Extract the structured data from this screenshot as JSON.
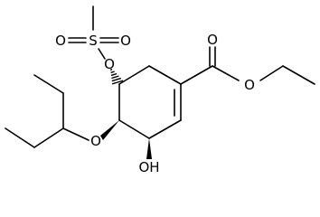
{
  "molecule": {
    "atom_labels": {
      "sulfur": "S",
      "sulfonyl_oxygen_left": "O",
      "sulfonyl_oxygen_right": "O",
      "ester_oxygen_mesylate": "O",
      "ether_oxygen": "O",
      "hydroxyl": "OH",
      "carbonyl_oxygen": "O",
      "ester_oxygen": "O"
    },
    "groups": [
      "mesylate",
      "pentan-3-yloxy",
      "hydroxyl",
      "ethyl ester",
      "cyclohexene ring"
    ],
    "stereo_bonds": [
      "hashed-wedge to mesylate oxygen",
      "wedge to ether oxygen",
      "wedge to hydroxyl"
    ]
  }
}
